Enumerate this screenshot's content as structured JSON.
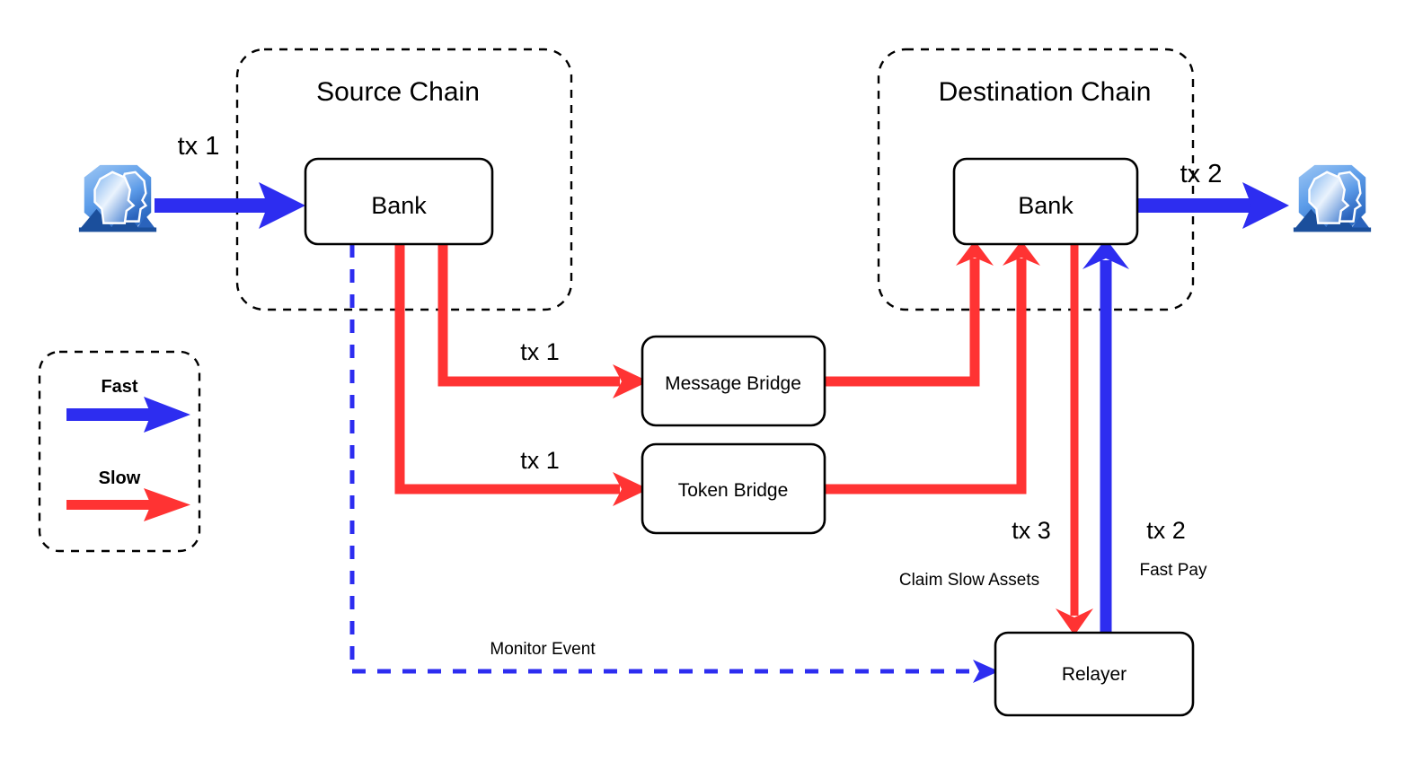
{
  "diagram": {
    "title_source": "Source Chain",
    "title_destination": "Destination Chain",
    "containers": [
      {
        "name": "source-chain",
        "label": "Source Chain"
      },
      {
        "name": "destination-chain",
        "label": "Destination Chain"
      }
    ],
    "nodes": [
      {
        "name": "bank-source",
        "label": "Bank"
      },
      {
        "name": "bank-destination",
        "label": "Bank"
      },
      {
        "name": "message-bridge",
        "label": "Message Bridge"
      },
      {
        "name": "token-bridge",
        "label": "Token Bridge"
      },
      {
        "name": "relayer",
        "label": "Relayer"
      }
    ],
    "actors": [
      {
        "name": "user-sender",
        "icon": "users-icon"
      },
      {
        "name": "user-receiver",
        "icon": "users-icon"
      }
    ],
    "edge_labels": {
      "user_to_bank": "tx 1",
      "bank_to_message_bridge": "tx 1",
      "bank_to_token_bridge": "tx 1",
      "bank_to_user": "tx 2",
      "relayer_claim_tx": "tx 3",
      "relayer_claim_desc": "Claim Slow Assets",
      "relayer_fastpay_tx": "tx 2",
      "relayer_fastpay_desc": "Fast Pay",
      "monitor_event": "Monitor Event"
    },
    "legend": {
      "name": "legend",
      "items": [
        {
          "label": "Fast",
          "color": "#2D2DF0",
          "style": "solid"
        },
        {
          "label": "Slow",
          "color": "#FF3333",
          "style": "solid"
        }
      ]
    },
    "colors": {
      "fast": "#2D2DF0",
      "slow": "#FF3333",
      "stroke": "#000000",
      "background": "#FFFFFF",
      "icon_dark": "#1B4F9C",
      "icon_mid": "#4D8FE8",
      "icon_light": "#DCEBFB"
    }
  }
}
